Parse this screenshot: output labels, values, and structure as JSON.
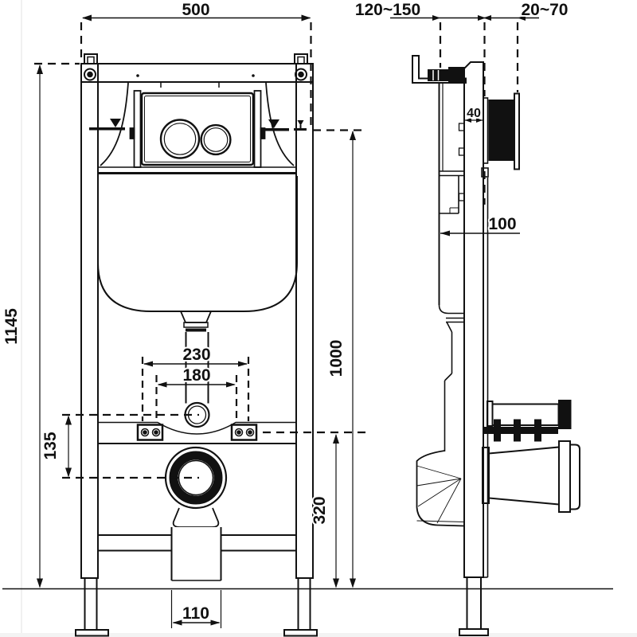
{
  "drawing": {
    "background": "#ffffff",
    "ink_color": "#111111",
    "views": {
      "left": "front-view",
      "right": "side-view"
    },
    "dimensions": {
      "frame_width": "500",
      "install_depth_range": "120~150",
      "plate_depth_range": "20~70",
      "total_height": "1145",
      "rail_depth": "40",
      "frame_depth": "100",
      "pipe_span_outer": "230",
      "pipe_span_inner": "180",
      "center_offset": "135",
      "reference_height": "1000",
      "bracket_height": "320",
      "outlet_width": "110"
    }
  }
}
